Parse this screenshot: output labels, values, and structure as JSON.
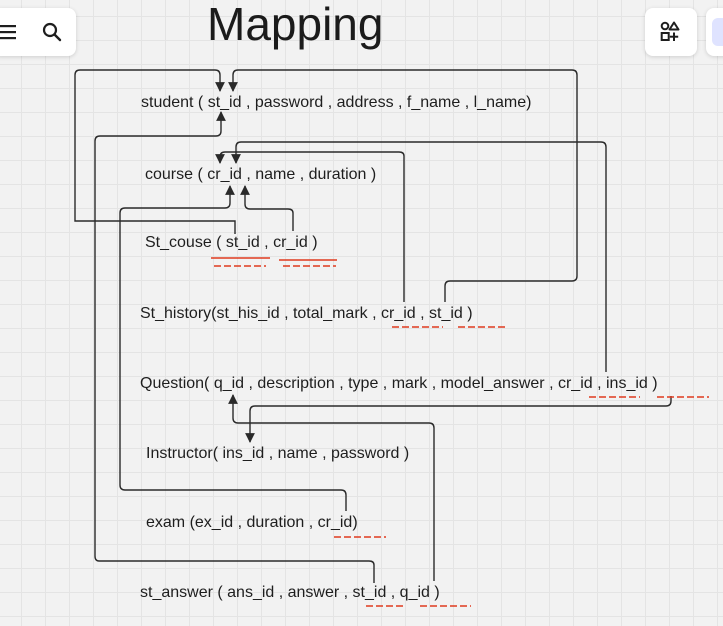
{
  "title": "Mapping",
  "toolbar": {
    "menu_icon": "hamburger-menu-icon",
    "search_icon": "search-icon"
  },
  "right_toolbar": {
    "icon": "shapes-add-icon"
  },
  "colors": {
    "key_underline": "#e03a1e",
    "connector": "#2a2a2a",
    "text": "#1e1e1e"
  },
  "entities": {
    "student": "student ( st_id , password , address , f_name , l_name)",
    "course": "course ( cr_id , name , duration )",
    "st_course": "St_couse ( st_id , cr_id )",
    "st_history": "St_history(st_his_id , total_mark , cr_id , st_id )",
    "question": "Question( q_id , description , type , mark , model_answer , cr_id , ins_id )",
    "instructor": "Instructor( ins_id , name , password )",
    "exam": "exam (ex_id , duration , cr_id)",
    "st_answer": "st_answer ( ans_id , answer , st_id , q_id )"
  }
}
